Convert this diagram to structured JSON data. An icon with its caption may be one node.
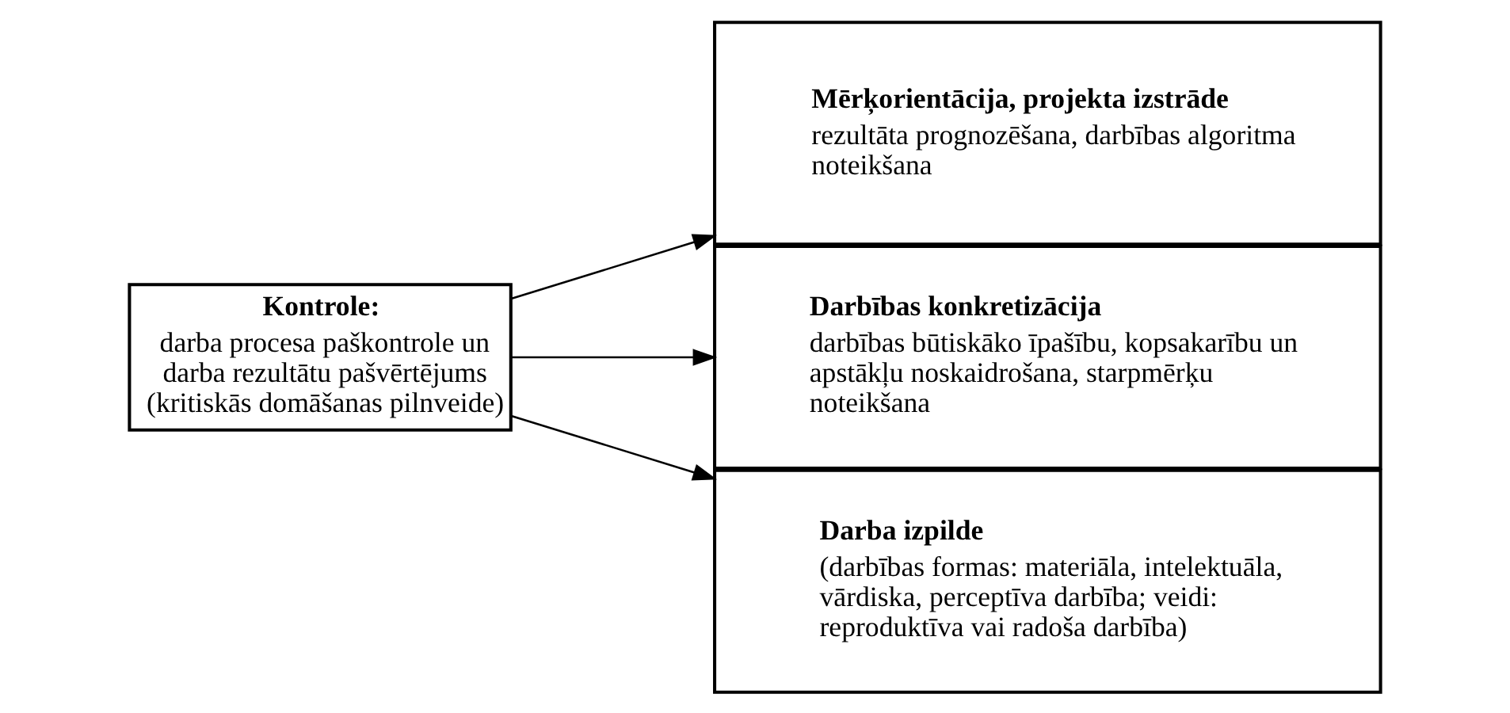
{
  "diagram": {
    "nodes": [
      {
        "text": [
          "Kontrole:",
          "darba procesa paškontrole un darba rezultātu pašvērtējums (kritiskās domāšanas pilnveide)"
        ]
      },
      {
        "text": [
          "Mērķorientācija, projekta izstrāde",
          "rezultāta prognozēšana, darbības algoritma noteikšana"
        ]
      },
      {
        "text": [
          "Darbības konkretizācija",
          "darbības būtiskāko īpašību, kopsakarību un apstākļu noskaidrošana, starpmērķu noteikšana"
        ]
      },
      {
        "text": [
          "Darba izpilde",
          "(darbības formas: materiāla, intelektuāla, vārdiska, perceptīva darbība; veidi: reproduktīva vai radoša darbība)"
        ]
      }
    ],
    "edges": [
      {
        "from": 0,
        "to": 1,
        "arrow": "to"
      },
      {
        "from": 0,
        "to": 2,
        "arrow": "to"
      },
      {
        "from": 0,
        "to": 3,
        "arrow": "to"
      }
    ]
  }
}
